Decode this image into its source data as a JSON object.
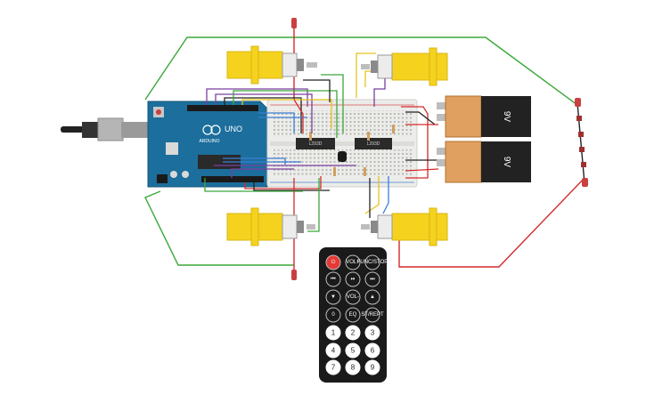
{
  "arduino": {
    "brand": "ARDUINO",
    "model": "UNO"
  },
  "drivers": [
    {
      "label": "L293D"
    },
    {
      "label": "L293D"
    }
  ],
  "batteries": [
    {
      "label": "9V"
    },
    {
      "label": "9V"
    }
  ],
  "remote": {
    "buttons": [
      {
        "label": "",
        "icon": "power-icon"
      },
      {
        "label": "VOL+"
      },
      {
        "label": "FUNC/STOP"
      },
      {
        "label": "",
        "icon": "rewind-icon"
      },
      {
        "label": "",
        "icon": "play-pause-icon"
      },
      {
        "label": "",
        "icon": "fast-forward-icon"
      },
      {
        "label": "",
        "icon": "down-icon"
      },
      {
        "label": "VOL-"
      },
      {
        "label": "",
        "icon": "up-icon"
      },
      {
        "label": "0"
      },
      {
        "label": "EQ"
      },
      {
        "label": "ST/REPT"
      },
      {
        "label": "1"
      },
      {
        "label": "2"
      },
      {
        "label": "3"
      },
      {
        "label": "4"
      },
      {
        "label": "5"
      },
      {
        "label": "6"
      },
      {
        "label": "7"
      },
      {
        "label": "8"
      },
      {
        "label": "9"
      }
    ]
  },
  "colors": {
    "arduino": "#1c6e9c",
    "breadboard": "#ececea",
    "motor": "#f5d21e",
    "battery_body": "#222222",
    "battery_cap": "#e0a060",
    "remote": "#1a1a1a",
    "wire_green": "#3aa83a",
    "wire_red": "#d42a2a",
    "wire_black": "#222222",
    "wire_purple": "#7b3fa0",
    "wire_yellow": "#e6c21a",
    "wire_blue": "#3b7fd4"
  }
}
